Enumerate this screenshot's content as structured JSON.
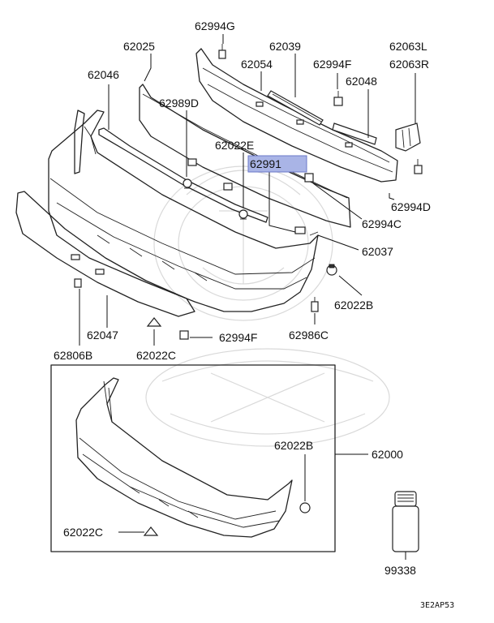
{
  "diagram": {
    "labels": {
      "p62994G": "62994G",
      "p62025": "62025",
      "p62039": "62039",
      "p62063L": "62063L",
      "p62063R": "62063R",
      "p62054": "62054",
      "p62994F_top": "62994F",
      "p62046": "62046",
      "p62048": "62048",
      "p62989D": "62989D",
      "p62022E": "62022E",
      "p62991": "62991",
      "p62994D": "62994D",
      "p62994C": "62994C",
      "p62037": "62037",
      "p62022B_top": "62022B",
      "p62986C": "62986C",
      "p62047": "62047",
      "p62994F_mid": "62994F",
      "p62806B": "62806B",
      "p62022C_mid": "62022C",
      "p62022B_box": "62022B",
      "p62000": "62000",
      "p62022C_box": "62022C",
      "p99338": "99338"
    },
    "highlighted_part": "62991",
    "highlight_color": "#a9b4e6",
    "diagram_code": "3E2AP53"
  }
}
